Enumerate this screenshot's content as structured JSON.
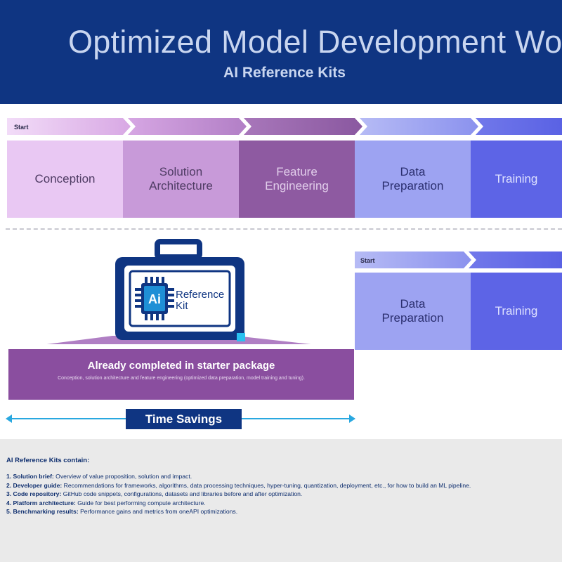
{
  "header": {
    "title": "Optimized Model Development Workflow",
    "subtitle": "AI Reference Kits"
  },
  "top_flow": {
    "start_label": "Start",
    "stages": [
      {
        "label": "Conception",
        "color": "#e9c8f3",
        "text_color": "#4e3b63"
      },
      {
        "label": "Solution\nArchitecture",
        "color": "#c89ad9",
        "text_color": "#4e3b63"
      },
      {
        "label": "Feature\nEngineering",
        "color": "#8e5aa1",
        "text_color": "#e1cdea"
      },
      {
        "label": "Data\nPreparation",
        "color": "#9da3f2",
        "text_color": "#2b2f6f"
      },
      {
        "label": "Training",
        "color": "#5d64e6",
        "text_color": "#dfe2ff"
      }
    ]
  },
  "kit_flow": {
    "start_label": "Start",
    "stages": [
      {
        "label": "Data\nPreparation",
        "color": "#9da3f2",
        "text_color": "#2b2f6f"
      },
      {
        "label": "Training",
        "color": "#5d64e6",
        "text_color": "#dfe2ff"
      }
    ]
  },
  "kit_icon": {
    "chip_text": "Ai",
    "label_line1": "Reference",
    "label_line2": "Kit",
    "icon": "briefcase-chip-icon"
  },
  "completed": {
    "title": "Already completed in starter package",
    "description": "Conception, solution architecture and feature engineering (optimized data preparation, model training and tuning)."
  },
  "time_savings": {
    "label": "Time Savings"
  },
  "contents": {
    "heading": "AI Reference Kits contain:",
    "items": [
      {
        "term": "1. Solution brief:",
        "desc": " Overview of value proposition, solution and impact."
      },
      {
        "term": "2. Developer guide:",
        "desc": " Recommendations for frameworks, algorithms, data processing techniques, hyper-tuning, quantization, deployment, etc., for how to build an ML pipeline."
      },
      {
        "term": "3. Code repository:",
        "desc": " GitHub code snippets, configurations, datasets and libraries before and after optimization."
      },
      {
        "term": "4. Platform architecture:",
        "desc": " Guide for best performing compute architecture."
      },
      {
        "term": "5. Benchmarking results:",
        "desc": " Performance gains and metrics from oneAPI optimizations."
      }
    ]
  },
  "colors": {
    "brand_navy": "#0f3582",
    "accent_cyan": "#29a8e0",
    "completed_purple": "#8a4e9f",
    "panel_gray": "#eaeaea"
  }
}
